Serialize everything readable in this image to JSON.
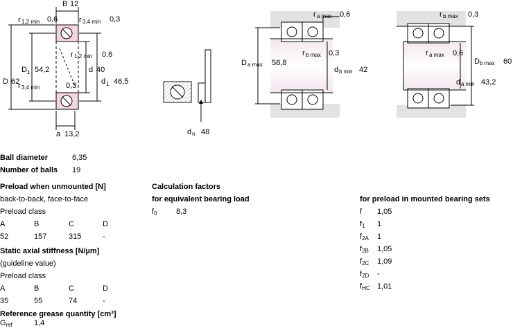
{
  "drawing": {
    "dim_B": "B",
    "val_B": "12",
    "dim_r12": "r",
    "sub_r12": "1,2 min",
    "val_r12": "0,6",
    "dim_r34": "r",
    "sub_r34": "3,4 min",
    "val_r34": "0,3",
    "dim_D": "D",
    "val_D": "62",
    "dim_D1": "D",
    "sub_D1": "1",
    "val_D1": "54,2",
    "dim_r12b": "r",
    "sub_r12b": "1,2 min",
    "val_r12b": "0,6",
    "dim_d": "d",
    "val_d": "40",
    "dim_d1": "d",
    "sub_d1": "1",
    "val_d1": "46,5",
    "dim_r34b": "r",
    "sub_r34b": "3,4 min",
    "val_r34b": "0,3",
    "dim_a": "a",
    "val_a": "13,2",
    "dim_dn": "d",
    "sub_dn": "n",
    "val_dn": "48",
    "dim_ra1": "r",
    "sub_ra1": "a max",
    "val_ra1": "0,6",
    "dim_Da": "D",
    "sub_Da": "a max",
    "val_Da": "58,8",
    "dim_rb1": "r",
    "sub_rb1": "b max",
    "val_rb1": "0,3",
    "dim_db": "d",
    "sub_db": "b min",
    "val_db": "42",
    "dim_rb2": "r",
    "sub_rb2": "b max",
    "val_rb2": "0,3",
    "dim_ra2": "r",
    "sub_ra2": "a max",
    "val_ra2": "0,6",
    "dim_Db": "D",
    "sub_Db": "b max",
    "val_Db": "60",
    "dim_da": "d",
    "sub_da": "a min",
    "val_da": "43,2"
  },
  "specs": {
    "ball_diameter_label": "Ball diameter",
    "ball_diameter_value": "6,35",
    "number_of_balls_label": "Number of balls",
    "number_of_balls_value": "19",
    "preload_heading": "Preload when unmounted [N]",
    "preload_arrangement": "back-to-back, face-to-face",
    "preload_class_label": "Preload class",
    "preload_classes": [
      "A",
      "B",
      "C",
      "D"
    ],
    "preload_values": [
      "52",
      "157",
      "315",
      "-"
    ],
    "stiffness_heading": "Static axial stiffness [N/µm]",
    "stiffness_note": "(guideline value)",
    "stiffness_class_label": "Preload class",
    "stiffness_classes": [
      "A",
      "B",
      "C",
      "D"
    ],
    "stiffness_values": [
      "35",
      "55",
      "74",
      "-"
    ],
    "grease_heading": "Reference grease quantity [cm³]",
    "grease_symbol": "G",
    "grease_sub": "ref",
    "grease_value": "1,4"
  },
  "calc": {
    "heading": "Calculation factors",
    "equiv_heading": "for equivalent bearing load",
    "f0_symbol": "f",
    "f0_sub": "0",
    "f0_value": "8,3",
    "mounted_heading": "for preload in mounted bearing sets",
    "factors": [
      {
        "sym": "f",
        "sub": "",
        "val": "1,05"
      },
      {
        "sym": "f",
        "sub": "1",
        "val": "1"
      },
      {
        "sym": "f",
        "sub": "2A",
        "val": "1"
      },
      {
        "sym": "f",
        "sub": "2B",
        "val": "1,05"
      },
      {
        "sym": "f",
        "sub": "2C",
        "val": "1,09"
      },
      {
        "sym": "f",
        "sub": "2D",
        "val": "-"
      },
      {
        "sym": "f",
        "sub": "HC",
        "val": "1,01"
      }
    ]
  }
}
